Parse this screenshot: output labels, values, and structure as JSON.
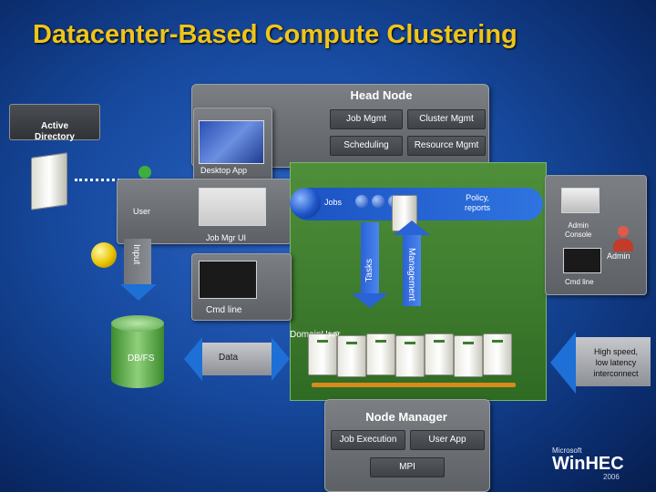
{
  "title": "Datacenter-Based Compute Clustering",
  "head_node": {
    "label": "Head Node",
    "items": [
      "Job Mgmt",
      "Cluster Mgmt",
      "Scheduling",
      "Resource Mgmt"
    ]
  },
  "active_directory": "Active\nDirectory",
  "desktop_app": "Desktop App",
  "user": "User",
  "job_mgr_ui": "Job Mgr UI",
  "input": "Input",
  "jobs": "Jobs",
  "policy": "Policy,\nreports",
  "admin_console": "Admin\nConsole",
  "admin": "Admin",
  "cmd_line_right": "Cmd line",
  "tasks": "Tasks",
  "management": "Management",
  "cmd_line_left": "Cmd line",
  "domain_user": "DomainUser",
  "app_label": "App",
  "dbfs": "DB/FS",
  "data": "Data",
  "high_speed": "High speed,\nlow latency\ninterconnect",
  "node_manager": {
    "label": "Node Manager",
    "job_execution": "Job Execution",
    "user_app": "User App",
    "mpi": "MPI"
  },
  "logo": {
    "brand": "Microsoft",
    "name": "WinHEC",
    "year": "2006"
  },
  "colors": {
    "title": "#f0c419",
    "green_area": "#3c7a2d",
    "arrow": "#1e6fd6"
  }
}
